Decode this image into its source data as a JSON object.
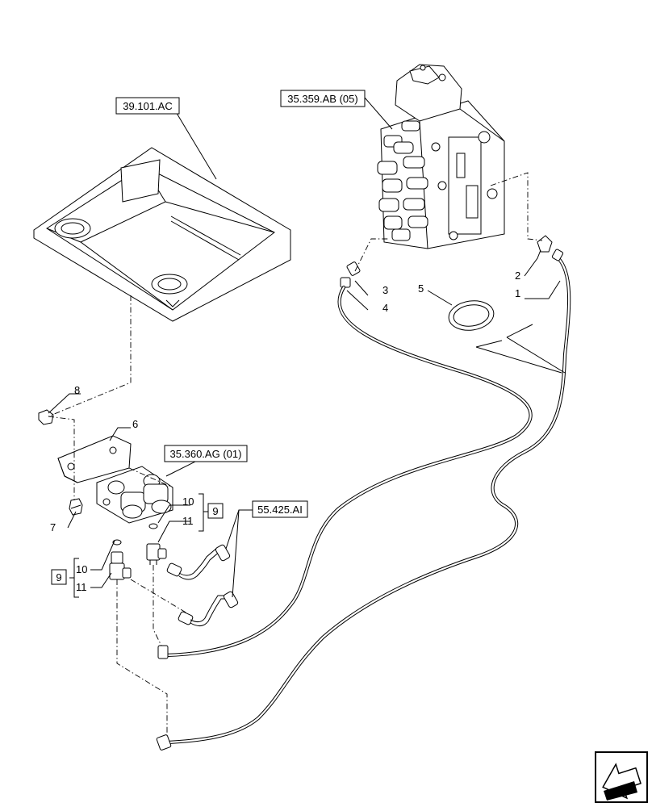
{
  "references": {
    "ref_39101ac": "39.101.AC",
    "ref_35359ab": "35.359.AB (05)",
    "ref_35360ag": "35.360.AG (01)",
    "ref_55425ai": "55.425.AI"
  },
  "callouts": {
    "c1": "1",
    "c2": "2",
    "c3": "3",
    "c4": "4",
    "c5": "5",
    "c6": "6",
    "c7": "7",
    "c8": "8",
    "c9a": "9",
    "c9b": "9",
    "c10a": "10",
    "c10b": "10",
    "c11a": "11",
    "c11b": "11"
  },
  "icons": {
    "nav_arrow": "next-page-arrow-icon"
  }
}
